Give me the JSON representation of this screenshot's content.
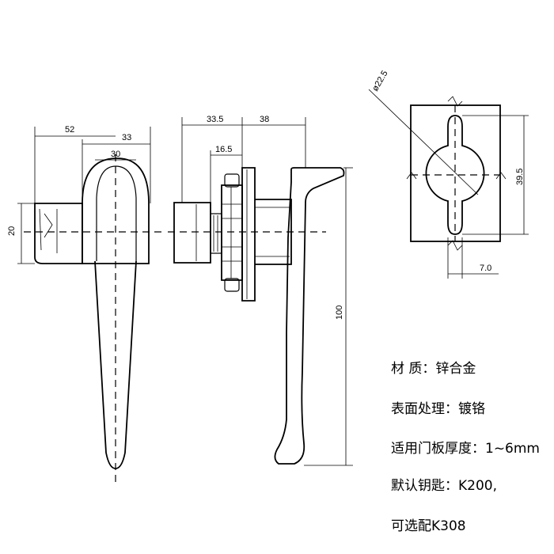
{
  "dimensions": {
    "front_width_52": "52",
    "front_width_33": "33",
    "front_width_30": "30",
    "front_height_20": "20",
    "side_length_33_5": "33.5",
    "side_length_38": "38",
    "side_length_16_5": "16.5",
    "side_height_100": "100",
    "cutout_diameter": "ø22.5",
    "cutout_height": "39.5",
    "cutout_slot": "7.0"
  },
  "specs": [
    {
      "label": "材    质：",
      "value": "锌合金"
    },
    {
      "label": "表面处理：",
      "value": "镀铬"
    },
    {
      "label": "适用门板厚度：",
      "value": "1~6mm"
    },
    {
      "label": "默认钥匙：",
      "value": "K200,"
    },
    {
      "label": "",
      "value": "可选配K308"
    }
  ]
}
